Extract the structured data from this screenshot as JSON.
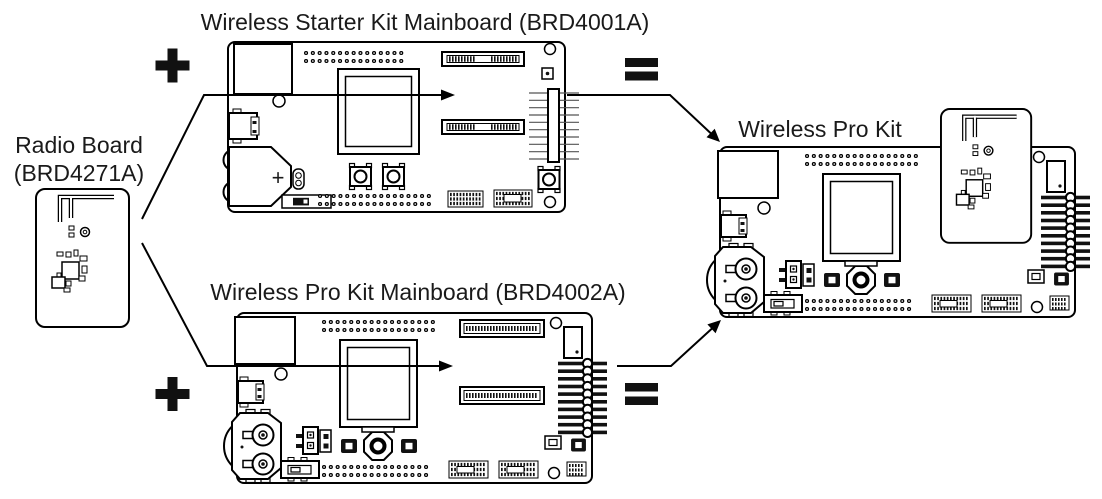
{
  "diagram": {
    "labels": {
      "starter_kit_mainboard": "Wireless Starter Kit Mainboard (BRD4001A)",
      "radio_board_line1": "Radio Board",
      "radio_board_line2": "(BRD4271A)",
      "pro_kit_mainboard": "Wireless Pro Kit Mainboard (BRD4002A)",
      "pro_kit": "Wireless Pro Kit"
    },
    "markings": {
      "battery_polarity": "+"
    },
    "operators": {
      "plus": "+",
      "equals": "="
    },
    "colors": {
      "ink": "#000000",
      "text": "#1a1a1a",
      "background": "#ffffff"
    }
  }
}
